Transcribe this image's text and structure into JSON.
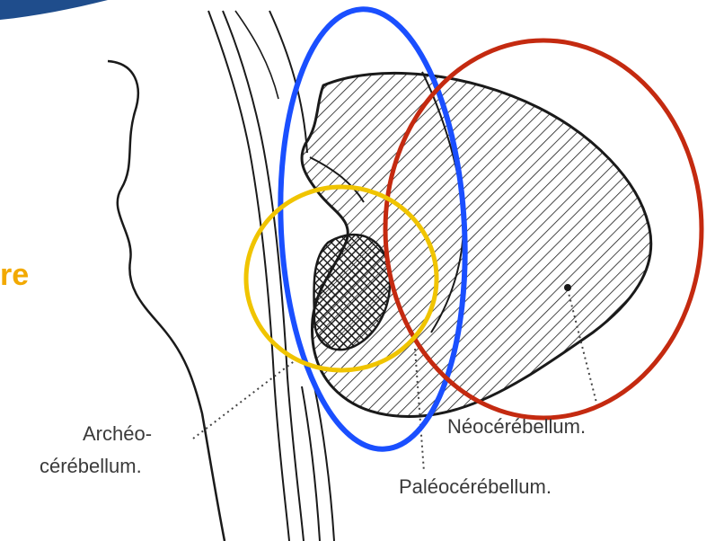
{
  "labels": {
    "archeo_line1": "Archéo-",
    "archeo_line2": "cérébellum.",
    "neo": "Néocérébellum.",
    "paleo": "Paléocérébellum."
  },
  "side_fragment": "re",
  "colors": {
    "blue_ring": "#1a4fff",
    "red_ring": "#c42a10",
    "yellow_ring": "#f0c400",
    "fragment_text": "#f2a900",
    "corner_band": "#1f4d8c",
    "line_art": "#1a1a1a"
  },
  "icons": {
    "corner": "corner-band-decoration"
  }
}
